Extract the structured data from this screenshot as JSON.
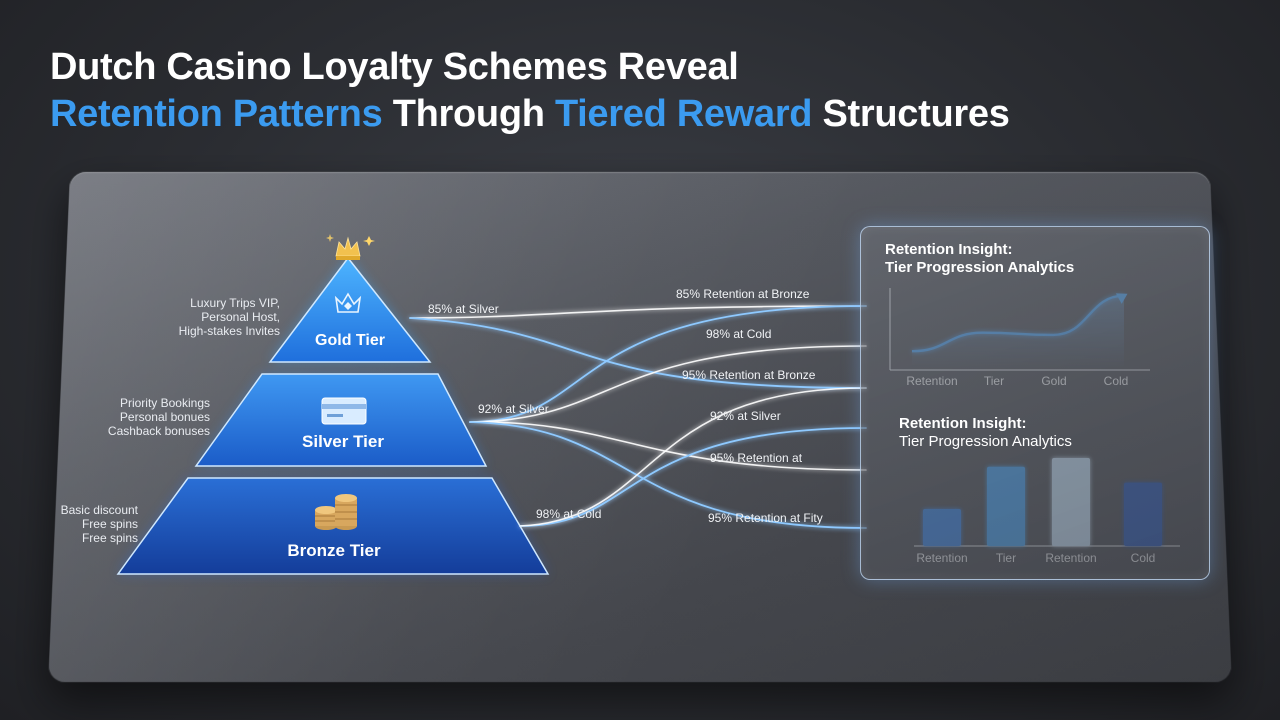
{
  "headline": {
    "line1": "Dutch Casino Loyalty Schemes Reveal",
    "line2_part1": "Retention Patterns",
    "line2_part2": "Through",
    "line2_part3": "Tiered Reward",
    "line2_part4": "Structures"
  },
  "pyramid": {
    "tiers": [
      {
        "name": "Gold Tier",
        "icon": "crown-icon",
        "benefits": [
          "Luxury Trips VIP,",
          "Personal Host,",
          "High-stakes Invites"
        ]
      },
      {
        "name": "Silver Tier",
        "icon": "card-icon",
        "benefits": [
          "Priority Bookings",
          "Personal bonues",
          "Cashback bonuses"
        ]
      },
      {
        "name": "Bronze Tier",
        "icon": "coins-icon",
        "benefits": [
          "Basic discount",
          "Free spins",
          "Free spins"
        ]
      }
    ],
    "top_icon": "crown-icon"
  },
  "flows": {
    "left_labels": [
      "85% at Silver",
      "92% at Silver",
      "98% at Cold"
    ],
    "right_labels": [
      "85% Retention at Bronze",
      "98% at Cold",
      "95% Retention at Bronze",
      "92% at Silver",
      "95% Retention at",
      "95% Retention at Fity"
    ]
  },
  "panel": {
    "line_chart": {
      "title_line1": "Retention Insight:",
      "title_line2": "Tier Progression Analytics"
    },
    "bar_chart": {
      "title_line1": "Retention Insight:",
      "title_line2": "Tier Progression Analytics"
    }
  },
  "chart_data": [
    {
      "type": "line",
      "title": "Retention Insight: Tier Progression Analytics",
      "categories": [
        "Retention",
        "Tier",
        "Gold",
        "Cold"
      ],
      "values": [
        0.2,
        0.45,
        0.42,
        0.95
      ],
      "trend": "rising",
      "color": "#4aa3f5"
    },
    {
      "type": "bar",
      "title": "Retention Insight: Tier Progression Analytics",
      "categories": [
        "Retention",
        "Tier",
        "Retention",
        "Cold"
      ],
      "values": [
        0.42,
        0.9,
        1.0,
        0.72
      ],
      "colors": [
        "#2f7fe6",
        "#3aa0f7",
        "#c9e6ff",
        "#1a4fb5"
      ]
    }
  ],
  "colors": {
    "accent_blue": "#3b9bf0",
    "gold": "#f2c14e",
    "flow_blue": "#8ec9ff",
    "flow_white": "#ffffff"
  }
}
